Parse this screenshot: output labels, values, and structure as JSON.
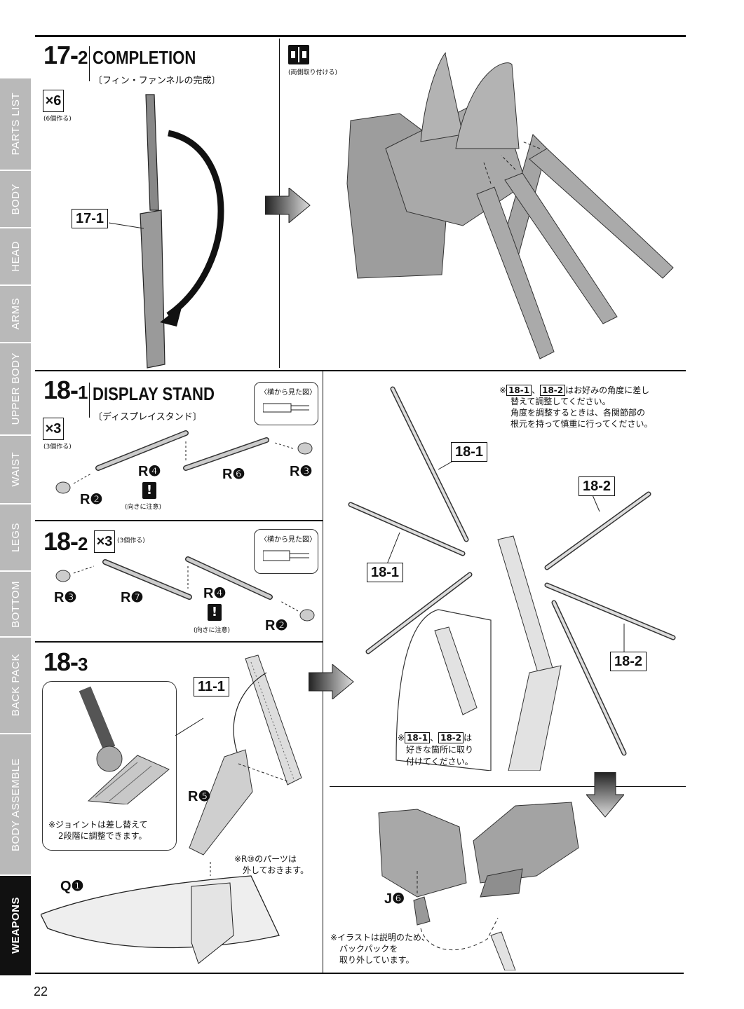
{
  "sidebar": {
    "tabs": [
      "PARTS LIST",
      "BODY",
      "HEAD",
      "ARMS",
      "UPPER BODY",
      "WAIST",
      "LEGS",
      "BOTTOM",
      "BACK PACK",
      "BODY ASSEMBLE",
      "WEAPONS"
    ],
    "active": "WEAPONS"
  },
  "step17_2": {
    "num": "17-",
    "num_sub": "2",
    "title": "COMPLETION",
    "subtitle": "〔フィン・ファンネルの完成〕",
    "qty": "×6",
    "qty_note": "(6個作る)",
    "ref": "17-1",
    "both_sides_note": "(両側取り付ける)"
  },
  "step18_1": {
    "num": "18-",
    "num_sub": "1",
    "title": "DISPLAY STAND",
    "subtitle": "〔ディスプレイスタンド〕",
    "qty": "×3",
    "qty_note": "(3個作る)",
    "side_view": "〈横から見た図〉",
    "parts": [
      "R❹",
      "R❻",
      "R❸",
      "R❷"
    ],
    "caution": "(向きに注意)"
  },
  "step18_2": {
    "num": "18-",
    "num_sub": "2",
    "qty": "×3",
    "qty_note": "(3個作る)",
    "side_view": "〈横から見た図〉",
    "parts": [
      "R❸",
      "R❼",
      "R❹",
      "R❷"
    ],
    "caution": "(向きに注意)"
  },
  "step18_3": {
    "num": "18-",
    "num_sub": "3",
    "ref": "11-1",
    "joint_note_1": "※ジョイントは差し替えて",
    "joint_note_2": "2段階に調整できます。",
    "r5": "R❺",
    "r10_note_1": "※R⑩のパーツは",
    "r10_note_2": "外しておきます。",
    "q1": "Q❶"
  },
  "right_panel": {
    "note_prefix": "※",
    "ref_a": "18-1",
    "ref_b": "18-2",
    "note_line1": "はお好みの角度に差し",
    "note_line2": "替えて調整してください。",
    "note_line3": "角度を調整するときは、各関節部の",
    "note_line4": "根元を持って慎重に行ってください。",
    "label_a1": "18-1",
    "label_b1": "18-2",
    "label_a2": "18-1",
    "label_b2": "18-2",
    "inset_prefix": "※",
    "inset_ref_a": "18-1",
    "inset_sep": "、",
    "inset_ref_b": "18-2",
    "inset_ha": "は",
    "inset_line2": "好きな箇所に取り",
    "inset_line3": "付けてください。",
    "j6": "J❻",
    "backpack_note_1": "※イラストは説明のため、",
    "backpack_note_2": "バックパックを",
    "backpack_note_3": "取り外しています。"
  },
  "page_number": "22"
}
